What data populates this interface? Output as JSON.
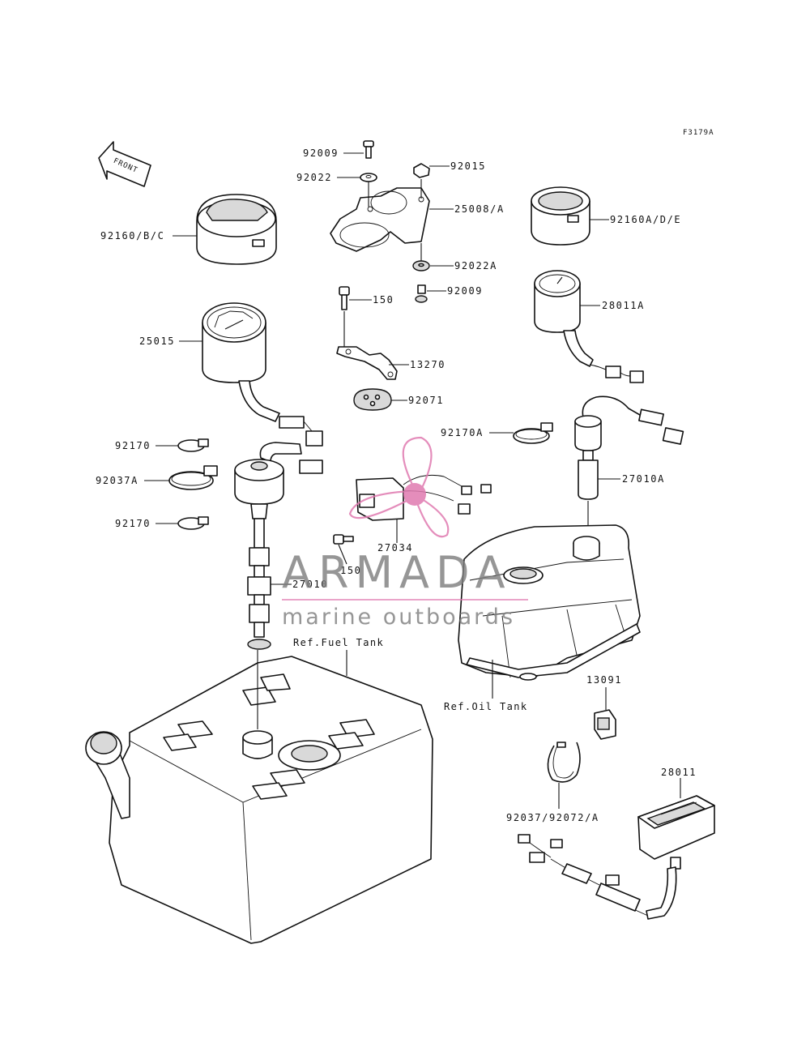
{
  "diagram": {
    "code": "F3179A",
    "front_label": "FRONT",
    "labels": {
      "p92009_top": "92009",
      "p92015": "92015",
      "p92022": "92022",
      "p25008": "25008/A",
      "p92160bc": "92160/B/C",
      "p92160ade": "92160A/D/E",
      "p92022a": "92022A",
      "p150_top": "150",
      "p92009_mid": "92009",
      "p28011a": "28011A",
      "p25015": "25015",
      "p13270": "13270",
      "p92071": "92071",
      "p92170a": "92170A",
      "p92170_top": "92170",
      "p92037a": "92037A",
      "p27010a": "27010A",
      "p92170_bot": "92170",
      "p27034": "27034",
      "p150_bot": "150",
      "p27010": "27010",
      "ref_fuel": "Ref.Fuel Tank",
      "ref_oil": "Ref.Oil Tank",
      "p13091": "13091",
      "p28011": "28011",
      "p92037_92072": "92037/92072/A"
    }
  },
  "watermark": {
    "brand": "ARMADA",
    "tagline": "marine outboards",
    "accent": "#e07ab0"
  }
}
